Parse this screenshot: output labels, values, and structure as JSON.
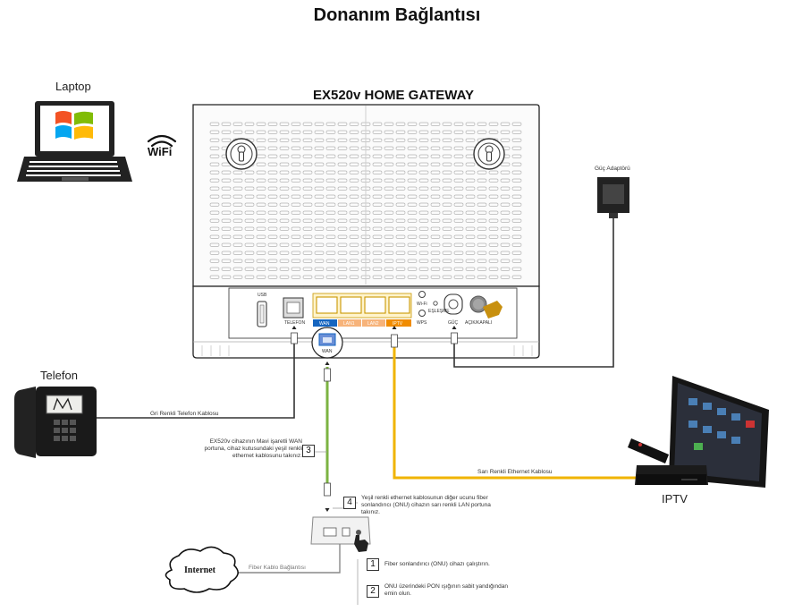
{
  "page_title": "Donanım Bağlantısı",
  "gateway_title": "EX520v HOME GATEWAY",
  "devices": {
    "laptop": "Laptop",
    "wifi": "WiFi",
    "telefon": "Telefon",
    "iptv": "IPTV",
    "internet": "Internet",
    "power_adapter": "Güç Adaptörü"
  },
  "ports": {
    "usb": "USB",
    "telefon": "TELEFON",
    "wan": "WAN",
    "lan1": "LAN1",
    "lan2": "LAN2",
    "iptv": "IPTV",
    "wifi": "Wi-Fi",
    "wps": "WPS",
    "eslesme": "EŞLEŞME",
    "guc": "GÜÇ",
    "acik_kapali": "AÇIK/KAPALI",
    "wan_callout": "WAN"
  },
  "cables": {
    "phone": "Gri Renkli Telefon Kablosu",
    "ethernet_yellow": "Sarı Renkli Ethernet Kablosu",
    "fiber": "Fiber Kablo Bağlantısı"
  },
  "steps": [
    {
      "num": "1",
      "text": "Fiber sonlandırıcı (ONU) cihazı çalıştırın."
    },
    {
      "num": "2",
      "text": "ONU üzerindeki PON ışığının sabit yandığından emin olun."
    },
    {
      "num": "3",
      "text": "EX520v cihazının Mavi işaretli WAN portuna, cihaz kutusundaki yeşil renkli ethernet kablosunu takınız."
    },
    {
      "num": "4",
      "text": "Yeşil renkli ethernet kablosunun diğer ucunu fiber sonlandırıcı (ONU) cihazın sarı renkli LAN portuna takınız."
    }
  ],
  "colors": {
    "green_cable": "#7cb342",
    "yellow_cable": "#f0b400",
    "wan_blue": "#1565c0",
    "lan_orange": "#f08c00",
    "port_yellow": "#ffd54f"
  }
}
